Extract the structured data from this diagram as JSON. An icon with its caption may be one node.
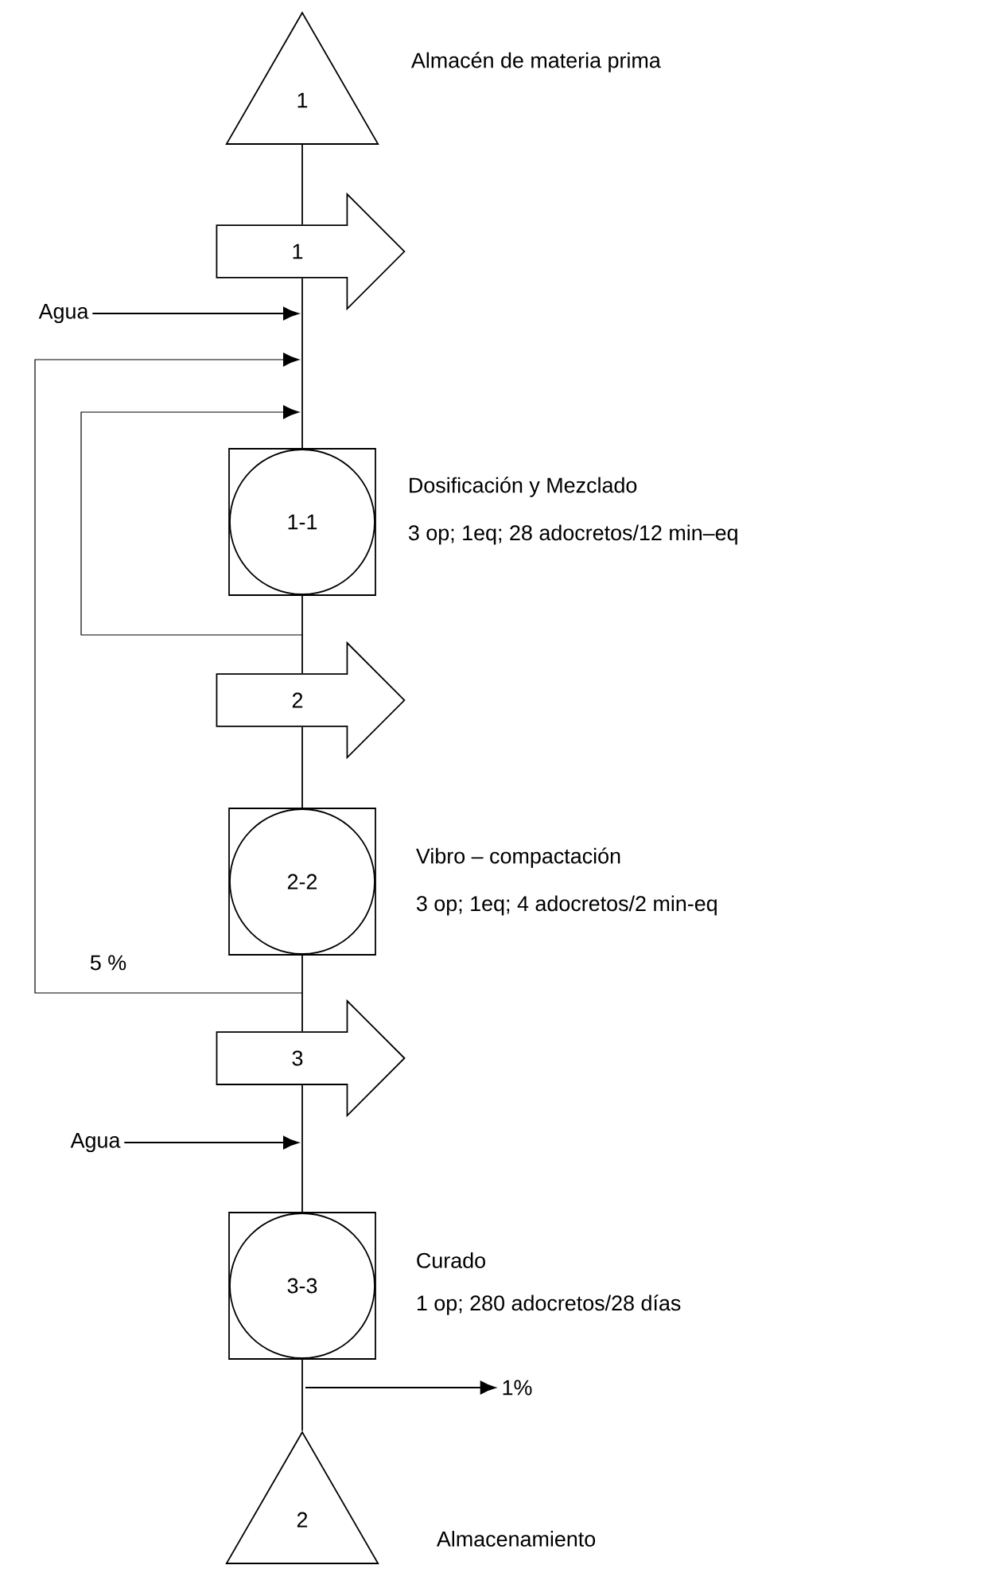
{
  "diagram": {
    "nodes": [
      {
        "text": [
          "1"
        ],
        "beside": [
          "Almacén de materia prima"
        ]
      },
      {
        "text": [
          "1"
        ]
      },
      {
        "text": [
          "Agua"
        ]
      },
      {
        "text": [
          "1-1"
        ],
        "beside": [
          "Dosificación y Mezclado",
          "3 op; 1eq; 28 adocretos/12 min–eq"
        ]
      },
      {
        "text": [
          "2"
        ]
      },
      {
        "text": [
          "2-2"
        ],
        "beside": [
          "Vibro – compactación",
          "3 op; 1eq; 4 adocretos/2 min-eq"
        ]
      },
      {
        "text": [
          "3"
        ]
      },
      {
        "text": [
          "Agua"
        ]
      },
      {
        "text": [
          "3-3"
        ],
        "beside": [
          "Curado",
          "1 op; 280 adocretos/28 días"
        ]
      },
      {
        "text": [
          "1%"
        ]
      },
      {
        "text": [
          "2"
        ],
        "beside": [
          "Almacenamiento"
        ]
      }
    ],
    "edges": [
      {
        "from": 0,
        "to": 1,
        "arrow": "none"
      },
      {
        "from": 1,
        "to": 3,
        "arrow": "none"
      },
      {
        "from": 2,
        "to": null,
        "arrow": "to"
      },
      {
        "from": 5,
        "to": null,
        "arrow": "to",
        "label": "5 %"
      },
      {
        "from": 3,
        "to": null,
        "arrow": "to"
      },
      {
        "from": 3,
        "to": 4,
        "arrow": "none"
      },
      {
        "from": 4,
        "to": 5,
        "arrow": "none"
      },
      {
        "from": 5,
        "to": 6,
        "arrow": "none"
      },
      {
        "from": 6,
        "to": 8,
        "arrow": "none"
      },
      {
        "from": 7,
        "to": null,
        "arrow": "to"
      },
      {
        "from": 8,
        "to": 9,
        "arrow": "to"
      },
      {
        "from": 8,
        "to": 10,
        "arrow": "none"
      }
    ]
  }
}
